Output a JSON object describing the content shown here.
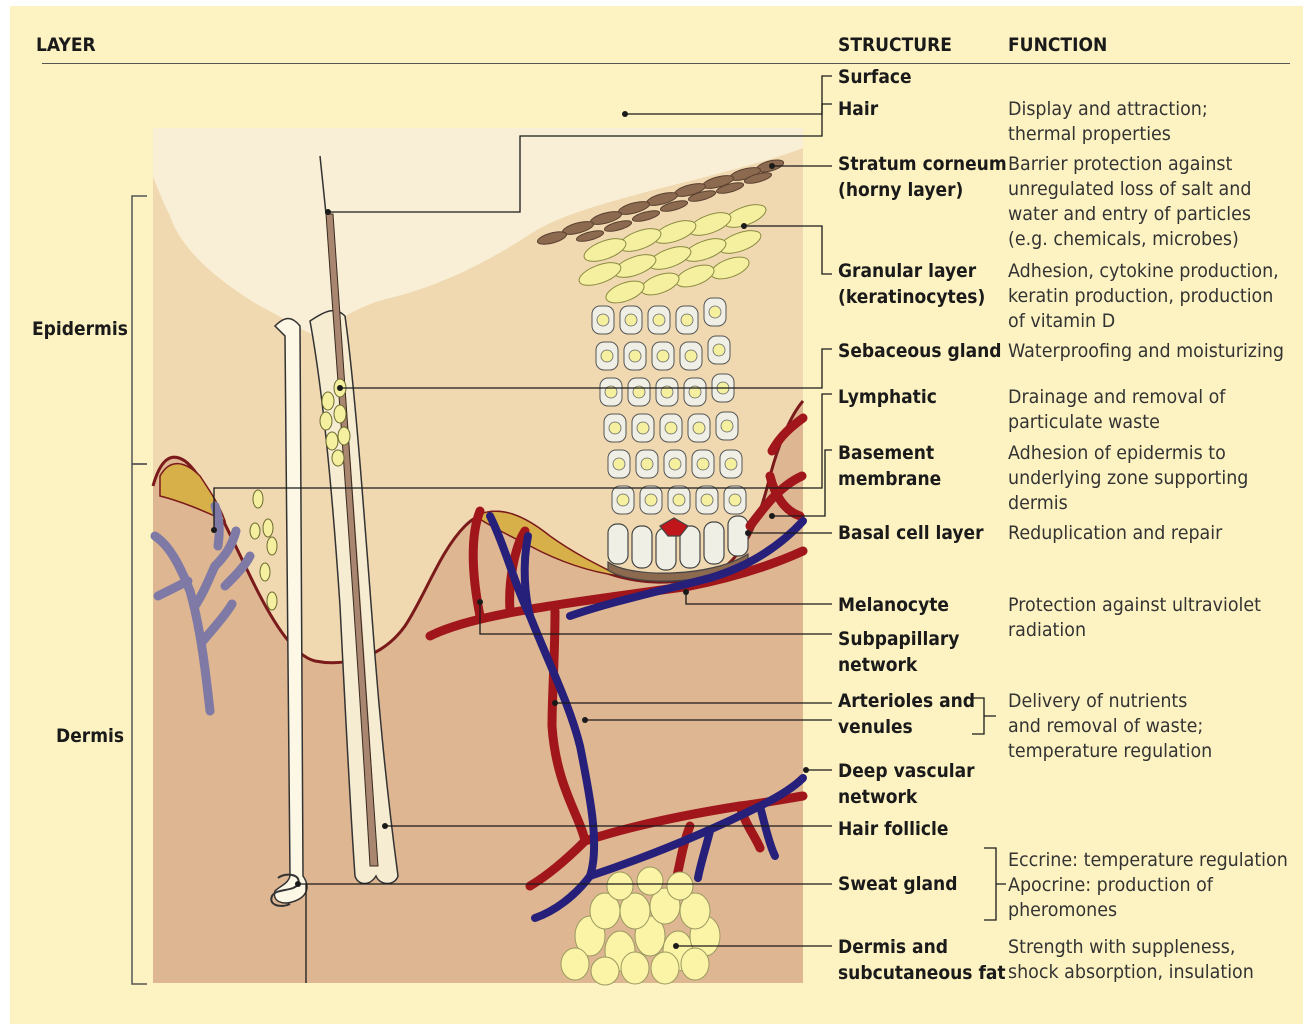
{
  "headers": {
    "layer": "LAYER",
    "structure": "STRUCTURE",
    "function": "FUNCTION"
  },
  "layers": {
    "epidermis": "Epidermis",
    "dermis": "Dermis"
  },
  "structures": {
    "surface": [
      "Surface"
    ],
    "hair": [
      "Hair"
    ],
    "stratum_corneum": [
      "Stratum corneum",
      "(horny layer)"
    ],
    "granular_layer": [
      "Granular layer",
      "(keratinocytes)"
    ],
    "sebaceous_gland": [
      "Sebaceous gland"
    ],
    "lymphatic": [
      "Lymphatic"
    ],
    "basement_membrane": [
      "Basement",
      "membrane"
    ],
    "basal_cell_layer": [
      "Basal cell layer"
    ],
    "melanocyte": [
      "Melanocyte"
    ],
    "subpapillary_network": [
      "Subpapillary",
      "network"
    ],
    "arterioles_venules": [
      "Arterioles and",
      "venules"
    ],
    "deep_vascular_network": [
      "Deep vascular",
      "network"
    ],
    "hair_follicle": [
      "Hair follicle"
    ],
    "sweat_gland": [
      "Sweat gland"
    ],
    "dermis_fat": [
      "Dermis and",
      "subcutaneous fat"
    ]
  },
  "functions": {
    "hair": [
      "Display and attraction;",
      "thermal properties"
    ],
    "stratum_corneum": [
      "Barrier protection against",
      "unregulated loss of salt and",
      "water and entry of particles",
      "(e.g. chemicals, microbes)"
    ],
    "granular_layer": [
      "Adhesion, cytokine production,",
      "keratin production, production",
      "of vitamin D"
    ],
    "sebaceous_gland": [
      "Waterproofing and moisturizing"
    ],
    "lymphatic": [
      "Drainage and removal of",
      "particulate waste"
    ],
    "basement_membrane": [
      "Adhesion of epidermis to",
      "underlying zone supporting",
      "dermis"
    ],
    "basal_cell_layer": [
      "Reduplication and repair"
    ],
    "melanocyte": [
      "Protection against ultraviolet",
      "radiation"
    ],
    "arterioles_venules": [
      "Delivery of nutrients",
      "and removal of waste;",
      "temperature regulation"
    ],
    "sweat_gland": [
      "Eccrine: temperature regulation",
      "Apocrine: production of",
      "pheromones"
    ],
    "dermis_fat": [
      "Strength with suppleness,",
      "shock absorption, insulation"
    ]
  },
  "colors": {
    "background": "#fdf3c2",
    "surface_air": "#f8efd6",
    "epidermis": "#f0d9b0",
    "dermis": "#deb692",
    "artery": "#a0161b",
    "vein": "#26207a",
    "lymphatic": "#7e7aa5",
    "cell_yellow": "#f4f0a0",
    "corneum": "#8c6a50"
  }
}
